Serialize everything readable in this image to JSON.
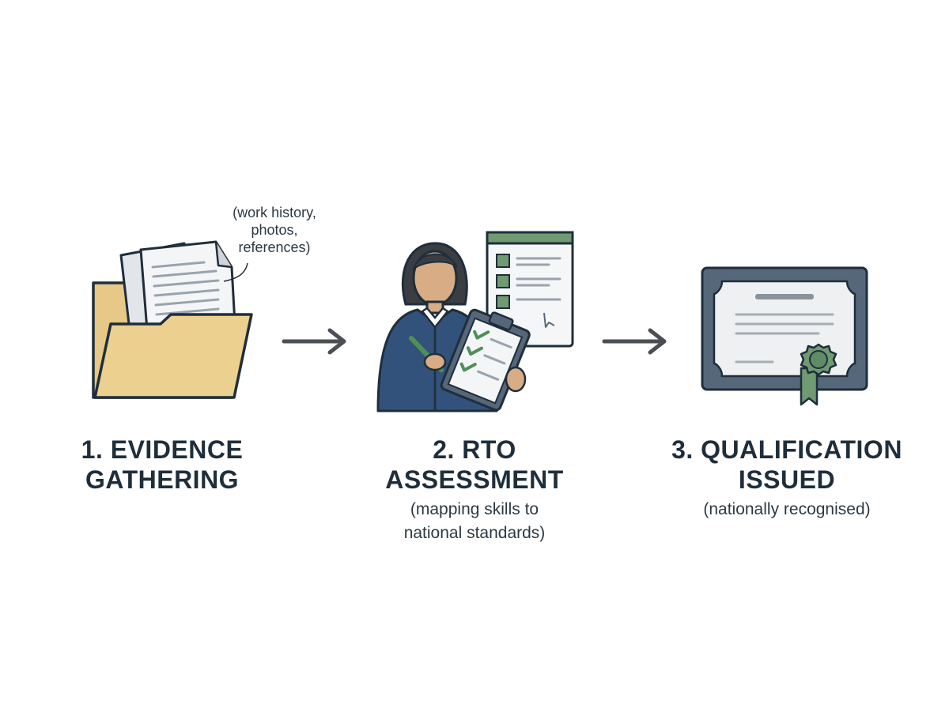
{
  "steps": [
    {
      "title_line1": "1. EVIDENCE",
      "title_line2": "GATHERING",
      "icon": "folder-documents-icon",
      "callout": [
        "(work history,",
        "photos,",
        "references)"
      ]
    },
    {
      "title_line1": "2. RTO",
      "title_line2": "ASSESSMENT",
      "icon": "assessor-clipboard-icon",
      "note": [
        "(mapping skills to",
        "national standards)"
      ]
    },
    {
      "title_line1": "3. QUALIFICATION",
      "title_line2": "ISSUED",
      "icon": "certificate-seal-icon",
      "note": [
        "(nationally recognised)"
      ]
    }
  ],
  "connectors": [
    "arrow-right-icon",
    "arrow-right-icon"
  ],
  "colors": {
    "ink": "#1f2e3b",
    "folder": "#ecd08f",
    "navy": "#32527b",
    "green": "#5f8c66",
    "slate": "#57677a",
    "paper": "#f1f3f4"
  }
}
